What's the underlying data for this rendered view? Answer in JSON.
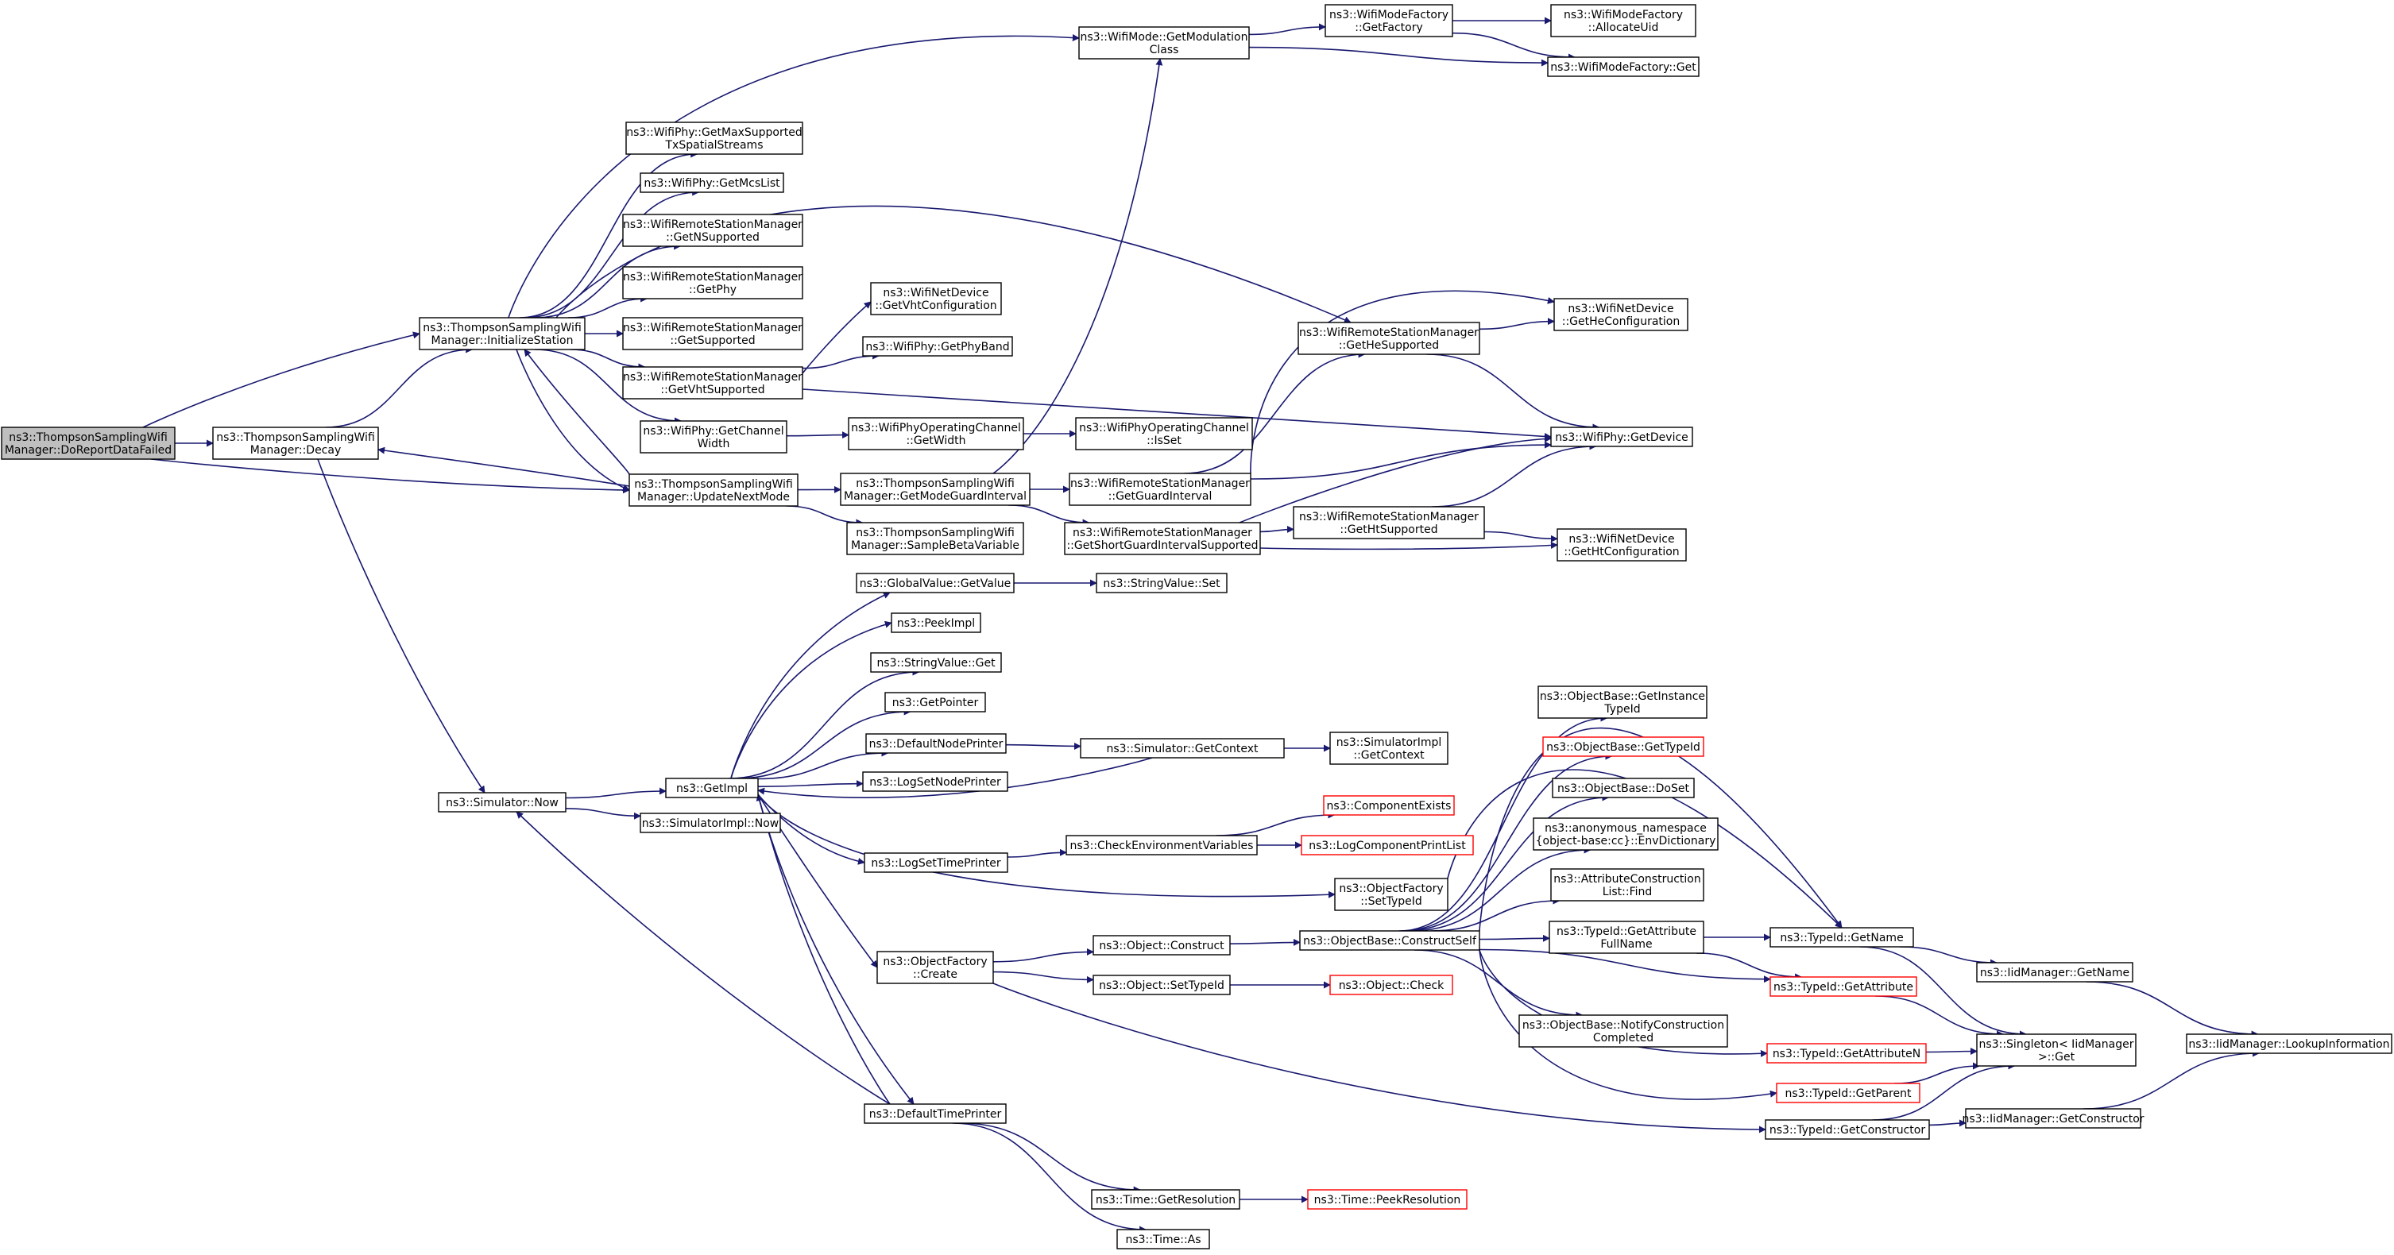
{
  "colors": {
    "edge": "#191970",
    "node_border": "#000000",
    "missing_border": "#ff0000",
    "root_fill": "#bfbfbf"
  },
  "nodes": [
    {
      "id": "root",
      "lines": [
        "ns3::ThompsonSamplingWifi",
        "Manager::DoReportDataFailed"
      ],
      "root": true
    },
    {
      "id": "decay",
      "lines": [
        "ns3::ThompsonSamplingWifi",
        "Manager::Decay"
      ]
    },
    {
      "id": "initStation",
      "lines": [
        "ns3::ThompsonSamplingWifi",
        "Manager::InitializeStation"
      ]
    },
    {
      "id": "updateNext",
      "lines": [
        "ns3::ThompsonSamplingWifi",
        "Manager::UpdateNextMode"
      ]
    },
    {
      "id": "simNow",
      "lines": [
        "ns3::Simulator::Now"
      ]
    },
    {
      "id": "getMaxSS",
      "lines": [
        "ns3::WifiPhy::GetMaxSupported",
        "TxSpatialStreams"
      ]
    },
    {
      "id": "getMcsList",
      "lines": [
        "ns3::WifiPhy::GetMcsList"
      ]
    },
    {
      "id": "getNSupp",
      "lines": [
        "ns3::WifiRemoteStationManager",
        "::GetNSupported"
      ]
    },
    {
      "id": "rsmGetPhy",
      "lines": [
        "ns3::WifiRemoteStationManager",
        "::GetPhy"
      ]
    },
    {
      "id": "rsmGetSupp",
      "lines": [
        "ns3::WifiRemoteStationManager",
        "::GetSupported"
      ]
    },
    {
      "id": "getVhtSupp",
      "lines": [
        "ns3::WifiRemoteStationManager",
        "::GetVhtSupported"
      ]
    },
    {
      "id": "phyChanWidth",
      "lines": [
        "ns3::WifiPhy::GetChannel",
        "Width"
      ]
    },
    {
      "id": "getModulation",
      "lines": [
        "ns3::WifiMode::GetModulation",
        "Class"
      ]
    },
    {
      "id": "modeFactGetFactory",
      "lines": [
        "ns3::WifiModeFactory",
        "::GetFactory"
      ]
    },
    {
      "id": "allocUid",
      "lines": [
        "ns3::WifiModeFactory",
        "::AllocateUid"
      ]
    },
    {
      "id": "modeFactGet",
      "lines": [
        "ns3::WifiModeFactory::Get"
      ]
    },
    {
      "id": "getVhtConf",
      "lines": [
        "ns3::WifiNetDevice",
        "::GetVhtConfiguration"
      ]
    },
    {
      "id": "getPhyBand",
      "lines": [
        "ns3::WifiPhy::GetPhyBand"
      ]
    },
    {
      "id": "opChanWidth",
      "lines": [
        "ns3::WifiPhyOperatingChannel",
        "::GetWidth"
      ]
    },
    {
      "id": "opChanIsSet",
      "lines": [
        "ns3::WifiPhyOperatingChannel",
        "::IsSet"
      ]
    },
    {
      "id": "getModeGI",
      "lines": [
        "ns3::ThompsonSamplingWifi",
        "Manager::GetModeGuardInterval"
      ]
    },
    {
      "id": "sampleBeta",
      "lines": [
        "ns3::ThompsonSamplingWifi",
        "Manager::SampleBetaVariable"
      ]
    },
    {
      "id": "getGuardInt",
      "lines": [
        "ns3::WifiRemoteStationManager",
        "::GetGuardInterval"
      ]
    },
    {
      "id": "getShortGI",
      "lines": [
        "ns3::WifiRemoteStationManager",
        "::GetShortGuardIntervalSupported"
      ]
    },
    {
      "id": "getHeSupp",
      "lines": [
        "ns3::WifiRemoteStationManager",
        "::GetHeSupported"
      ]
    },
    {
      "id": "getHtSupp",
      "lines": [
        "ns3::WifiRemoteStationManager",
        "::GetHtSupported"
      ]
    },
    {
      "id": "getHeConf",
      "lines": [
        "ns3::WifiNetDevice",
        "::GetHeConfiguration"
      ]
    },
    {
      "id": "phyGetDevice",
      "lines": [
        "ns3::WifiPhy::GetDevice"
      ]
    },
    {
      "id": "getHtConf",
      "lines": [
        "ns3::WifiNetDevice",
        "::GetHtConfiguration"
      ]
    },
    {
      "id": "getImpl",
      "lines": [
        "ns3::GetImpl"
      ]
    },
    {
      "id": "simImplNow",
      "lines": [
        "ns3::SimulatorImpl::Now"
      ]
    },
    {
      "id": "gvGetValue",
      "lines": [
        "ns3::GlobalValue::GetValue"
      ]
    },
    {
      "id": "svSet",
      "lines": [
        "ns3::StringValue::Set"
      ]
    },
    {
      "id": "peekImpl",
      "lines": [
        "ns3::PeekImpl"
      ]
    },
    {
      "id": "svGet",
      "lines": [
        "ns3::StringValue::Get"
      ]
    },
    {
      "id": "getPointer",
      "lines": [
        "ns3::GetPointer"
      ]
    },
    {
      "id": "defNodePrinter",
      "lines": [
        "ns3::DefaultNodePrinter"
      ]
    },
    {
      "id": "simGetContext",
      "lines": [
        "ns3::Simulator::GetContext"
      ]
    },
    {
      "id": "simImplGetContext",
      "lines": [
        "ns3::SimulatorImpl",
        "::GetContext"
      ]
    },
    {
      "id": "logSetNode",
      "lines": [
        "ns3::LogSetNodePrinter"
      ]
    },
    {
      "id": "logSetTime",
      "lines": [
        "ns3::LogSetTimePrinter"
      ]
    },
    {
      "id": "checkEnv",
      "lines": [
        "ns3::CheckEnvironmentVariables"
      ]
    },
    {
      "id": "compExists",
      "lines": [
        "ns3::ComponentExists"
      ],
      "red": true
    },
    {
      "id": "logCompPrint",
      "lines": [
        "ns3::LogComponentPrintList"
      ],
      "red": true
    },
    {
      "id": "ofSetTypeId",
      "lines": [
        "ns3::ObjectFactory",
        "::SetTypeId"
      ]
    },
    {
      "id": "ofCreate",
      "lines": [
        "ns3::ObjectFactory",
        "::Create"
      ]
    },
    {
      "id": "objConstruct",
      "lines": [
        "ns3::Object::Construct"
      ]
    },
    {
      "id": "objSetTypeId",
      "lines": [
        "ns3::Object::SetTypeId"
      ]
    },
    {
      "id": "objCheck",
      "lines": [
        "ns3::Object::Check"
      ],
      "red": true
    },
    {
      "id": "constructSelf",
      "lines": [
        "ns3::ObjectBase::ConstructSelf"
      ]
    },
    {
      "id": "getInstTid",
      "lines": [
        "ns3::ObjectBase::GetInstance",
        "TypeId"
      ]
    },
    {
      "id": "obGetTypeId",
      "lines": [
        "ns3::ObjectBase::GetTypeId"
      ],
      "red": true
    },
    {
      "id": "obDoSet",
      "lines": [
        "ns3::ObjectBase::DoSet"
      ]
    },
    {
      "id": "envDict",
      "lines": [
        "ns3::anonymous_namespace",
        "{object-base:cc}::EnvDictionary"
      ]
    },
    {
      "id": "attrConsFind",
      "lines": [
        "ns3::AttributeConstruction",
        "List::Find"
      ]
    },
    {
      "id": "tidGetAttrFull",
      "lines": [
        "ns3::TypeId::GetAttribute",
        "FullName"
      ]
    },
    {
      "id": "notifyConstr",
      "lines": [
        "ns3::ObjectBase::NotifyConstruction",
        "Completed"
      ]
    },
    {
      "id": "tidGetName",
      "lines": [
        "ns3::TypeId::GetName"
      ]
    },
    {
      "id": "tidGetAttr",
      "lines": [
        "ns3::TypeId::GetAttribute"
      ],
      "red": true
    },
    {
      "id": "tidGetAttrN",
      "lines": [
        "ns3::TypeId::GetAttributeN"
      ],
      "red": true
    },
    {
      "id": "tidGetParent",
      "lines": [
        "ns3::TypeId::GetParent"
      ],
      "red": true
    },
    {
      "id": "tidGetConstructor",
      "lines": [
        "ns3::TypeId::GetConstructor"
      ]
    },
    {
      "id": "iidGetName",
      "lines": [
        "ns3::IidManager::GetName"
      ]
    },
    {
      "id": "singletonGet",
      "lines": [
        "ns3::Singleton< IidManager",
        "&gt;::Get"
      ]
    },
    {
      "id": "iidGetConstructor",
      "lines": [
        "ns3::IidManager::GetConstructor"
      ]
    },
    {
      "id": "iidLookup",
      "lines": [
        "ns3::IidManager::LookupInformation"
      ]
    },
    {
      "id": "defTimePrinter",
      "lines": [
        "ns3::DefaultTimePrinter"
      ]
    },
    {
      "id": "timeGetRes",
      "lines": [
        "ns3::Time::GetResolution"
      ]
    },
    {
      "id": "timePeekRes",
      "lines": [
        "ns3::Time::PeekResolution"
      ],
      "red": true
    },
    {
      "id": "timeAs",
      "lines": [
        "ns3::Time::As"
      ]
    }
  ]
}
